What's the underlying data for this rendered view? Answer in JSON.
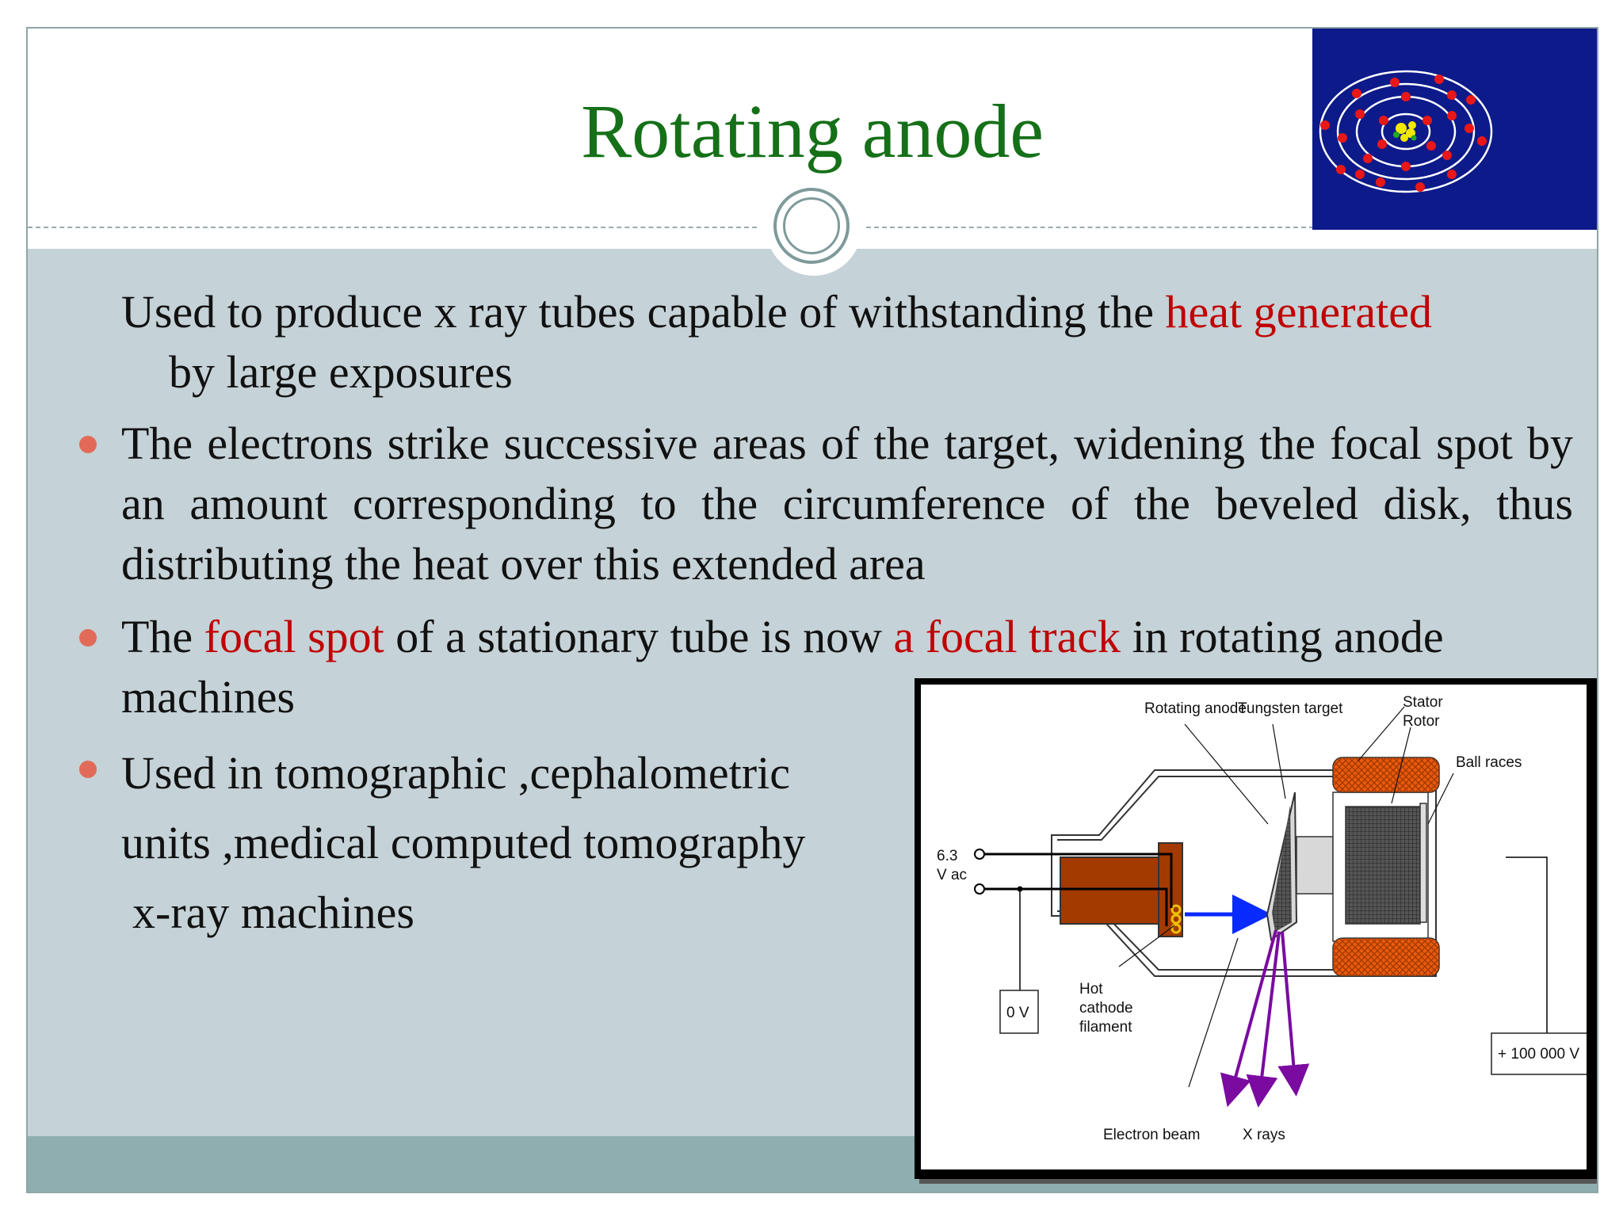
{
  "slide": {
    "title": "Rotating anode",
    "intro": {
      "line1_plain": "Used to produce x ray tubes capable of withstanding the ",
      "line1_highlight": "heat generated",
      "line2": "by large exposures"
    },
    "bullets": [
      {
        "text": "The electrons strike successive areas of the target, widening the focal spot by an amount corresponding to the circumference of the beveled disk, thus distributing the heat over this extended area"
      },
      {
        "part1": "The ",
        "hl1": "focal spot",
        "part2": " of a stationary tube is now ",
        "hl2": "a focal track",
        "part3": " in rotating anode machines"
      },
      {
        "line1": "Used in tomographic ,cephalometric",
        "line2": "units ,medical computed tomography",
        "line3": "x-ray machines"
      }
    ],
    "colors": {
      "title": "#157018",
      "highlight": "#c00000",
      "bullet": "#e16b58",
      "content_bg": "#c5d2d7",
      "footer_bg": "#8faeaf",
      "logo_bg": "#0d1a8a"
    },
    "logo_icon": "atom-icon"
  },
  "diagram": {
    "labels": {
      "rotating_anode": "Rotating anode",
      "tungsten_target": "Tungsten target",
      "stator": "Stator",
      "rotor": "Rotor",
      "ball_races": "Ball races",
      "voltage_ac_1": "6.3",
      "voltage_ac_2": "V ac",
      "hot_1": "Hot",
      "hot_2": "cathode",
      "hot_3": "filament",
      "zero_v": "0 V",
      "high_v": "+ 100 000 V",
      "electron_beam": "Electron beam",
      "xrays": "X rays"
    }
  }
}
